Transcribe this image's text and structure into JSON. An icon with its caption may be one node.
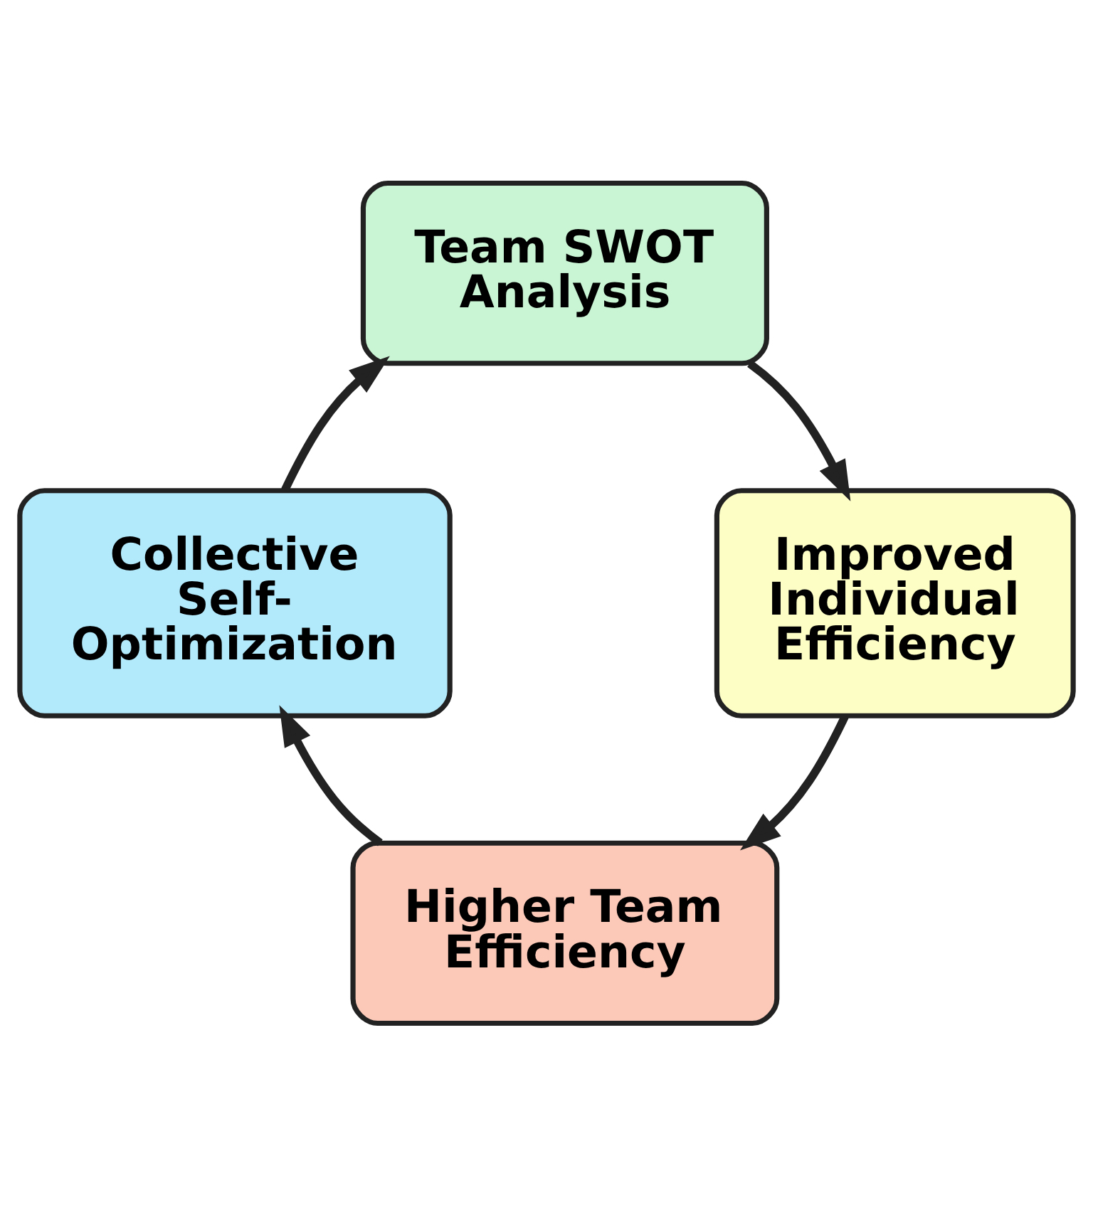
{
  "diagram": {
    "nodes": [
      {
        "text": [
          "Team SWOT Analysis"
        ]
      },
      {
        "text": [
          "Collective Self-Optimization"
        ]
      },
      {
        "text": [
          "Improved Individual Efficiency"
        ]
      },
      {
        "text": [
          "Higher Team Efficiency"
        ]
      }
    ],
    "edges": [
      {
        "from": 0,
        "to": 2,
        "arrow": "to"
      },
      {
        "from": 2,
        "to": 3,
        "arrow": "to"
      },
      {
        "from": 3,
        "to": 1,
        "arrow": "to"
      },
      {
        "from": 1,
        "to": 0,
        "arrow": "to"
      }
    ]
  }
}
